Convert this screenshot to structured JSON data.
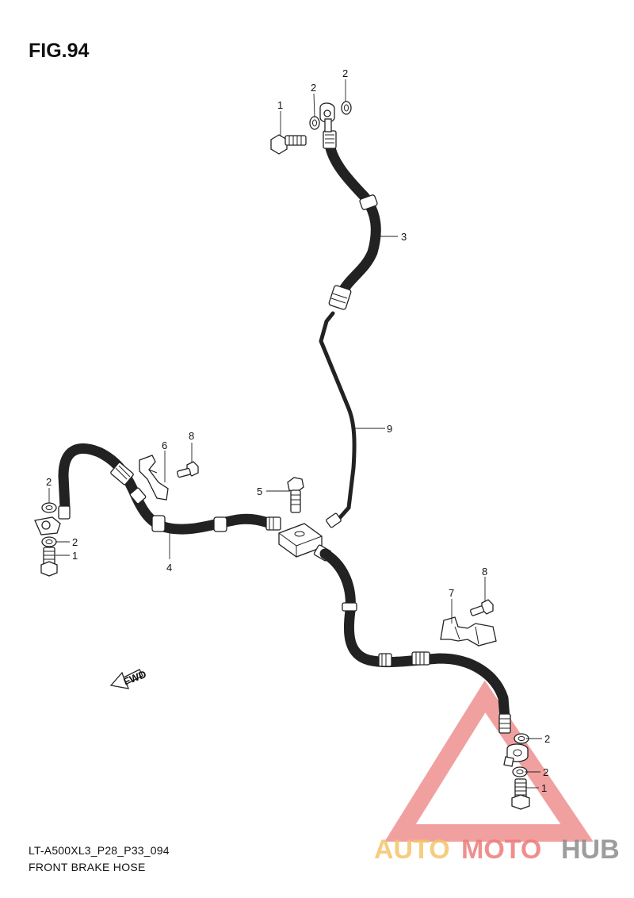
{
  "figure": {
    "title": "FIG.94",
    "model_code": "LT-A500XL3_P28_P33_094",
    "caption": "FRONT BRAKE HOSE"
  },
  "callouts": {
    "bolt_top": "1",
    "washer_top_a": "2",
    "washer_top_b": "2",
    "hose_upper": "3",
    "washer_left": "2",
    "washer_left_lower": "2",
    "bolt_left": "1",
    "hose_left": "4",
    "bolt_joint": "5",
    "clamp_left": "6",
    "bolt_clamp_left": "8",
    "pipe": "9",
    "clamp_right": "7",
    "bolt_clamp_right": "8",
    "washer_right_a": "2",
    "washer_right_b": "2",
    "bolt_right": "1"
  },
  "direction_label": "FWD",
  "watermark": {
    "part1": "AUTO",
    "part2": "MOTO",
    "part3": "HUB",
    "colors": {
      "auto": "#f5c46a",
      "moto": "#ee7b7b",
      "hub": "#8c8c8c",
      "triangle": "#e85555"
    }
  }
}
